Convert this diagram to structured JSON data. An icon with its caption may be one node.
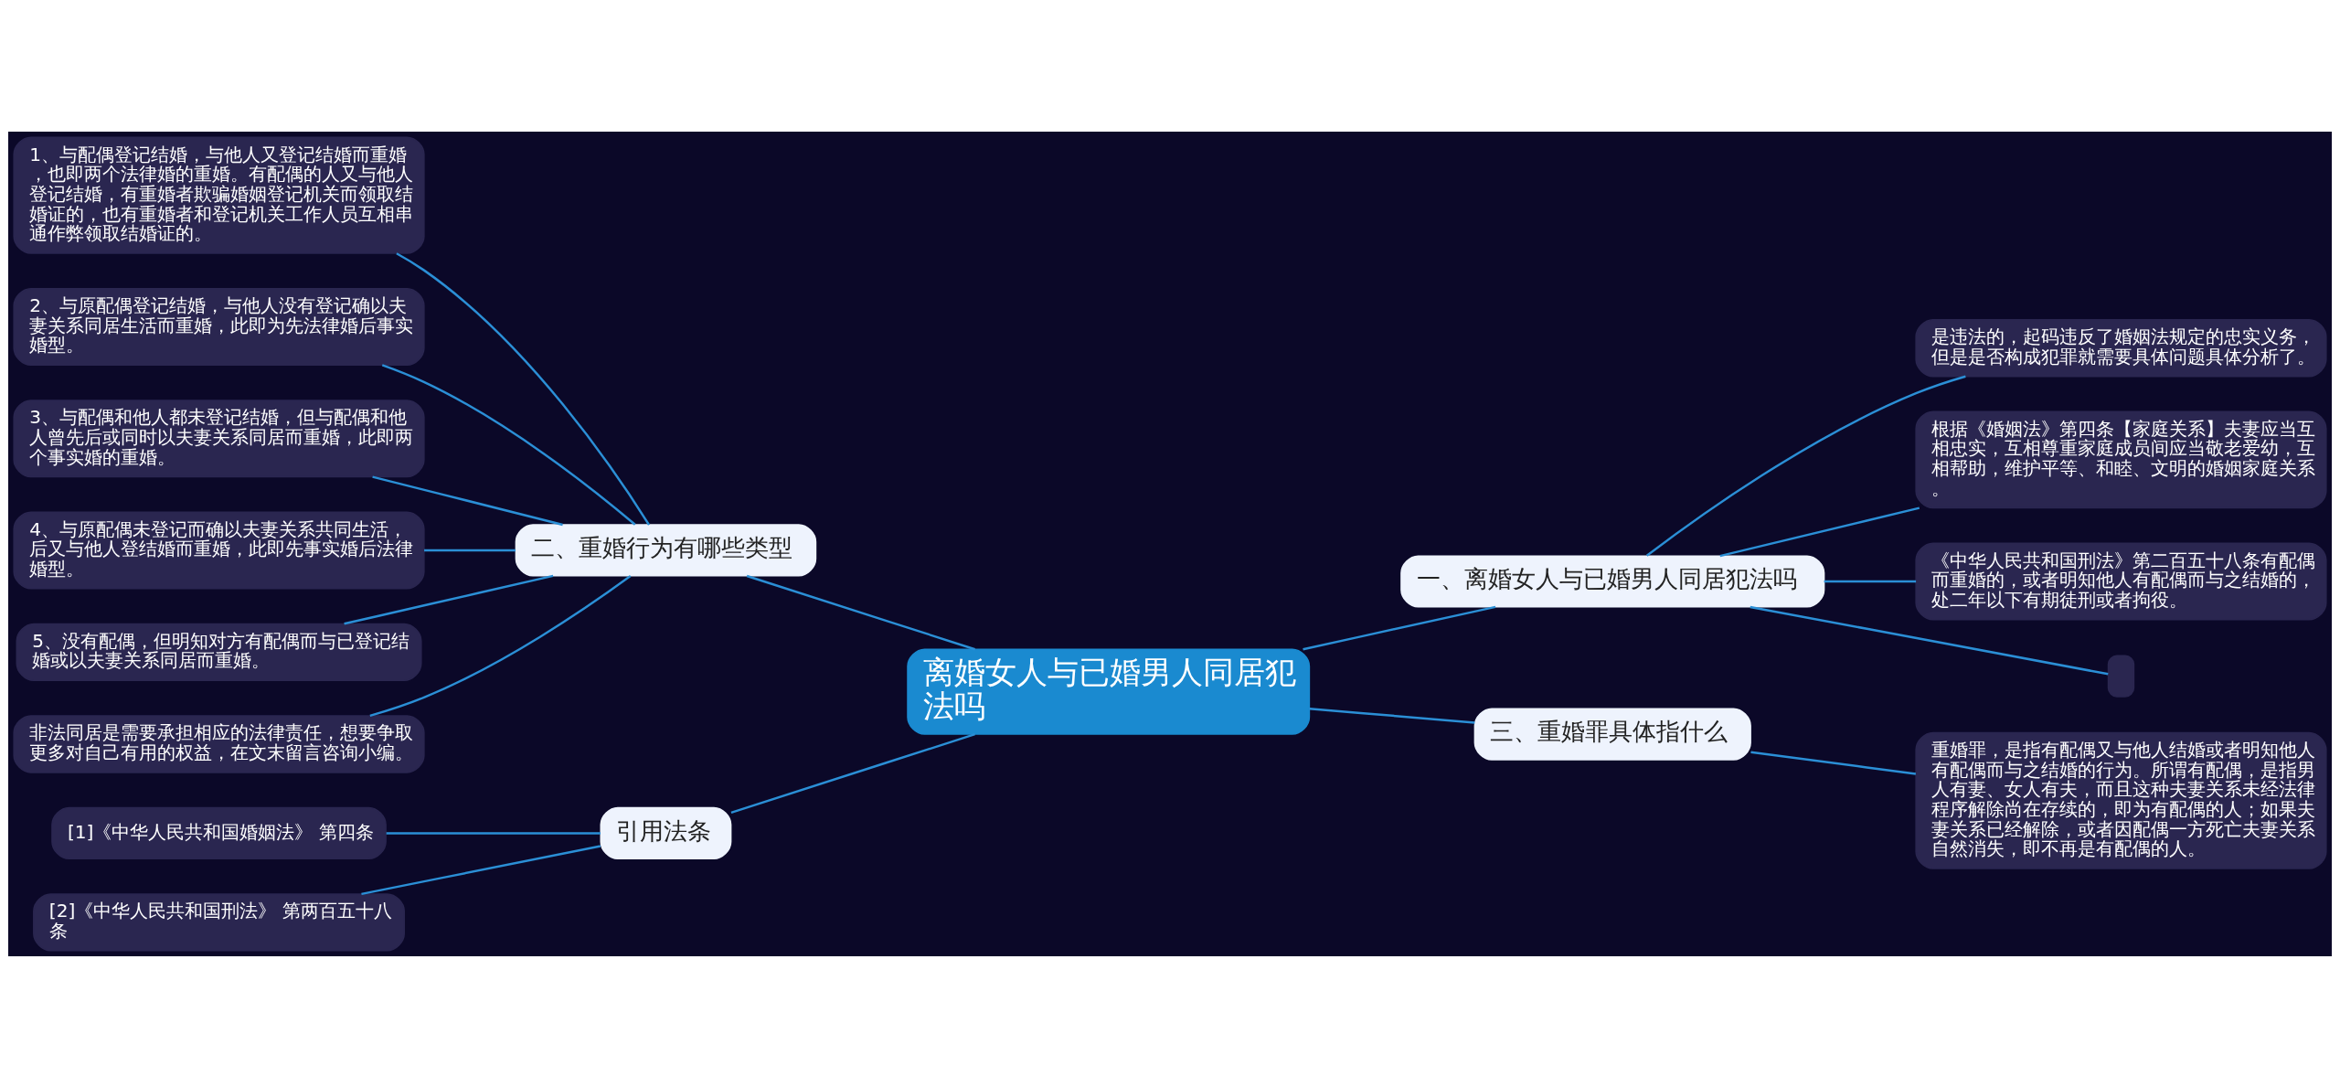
{
  "diagram": {
    "nodes": [
      {
        "text": [
          "离婚女人与已婚男人同居犯法吗"
        ]
      },
      {
        "text": [
          "一、离婚女人与已婚男人同居犯法吗"
        ]
      },
      {
        "text": [
          "是违法的，起码违反了婚姻法规定的忠实义务，但是是否构成犯罪就需要具体问题具体分析了。"
        ]
      },
      {
        "text": [
          "根据《婚姻法》第四条【家庭关系】夫妻应当互相忠实，互相尊重家庭成员间应当敬老爱幼，互相帮助，维护平等、和睦、文明的婚姻家庭关系。"
        ]
      },
      {
        "text": [
          "《中华人民共和国刑法》第二百五十八条有配偶而重婚的，或者明知他人有配偶而与之结婚的，处二年以下有期徒刑或者拘役。"
        ]
      },
      {
        "text": [],
        "shape": "box"
      },
      {
        "text": [
          "二、重婚行为有哪些类型"
        ]
      },
      {
        "text": [
          "1、与配偶登记结婚，与他人又登记结婚而重婚，也即两个法律婚的重婚。有配偶的人又与他人登记结婚，有重婚者欺骗婚姻登记机关而领取结婚证的，也有重婚者和登记机关工作人员互相串通作弊领取结婚证的。"
        ]
      },
      {
        "text": [
          "2、与原配偶登记结婚，与他人没有登记确以夫妻关系同居生活而重婚，此即为先法律婚后事实婚型。"
        ]
      },
      {
        "text": [
          "3、与配偶和他人都未登记结婚，但与配偶和他人曾先后或同时以夫妻关系同居而重婚，此即两个事实婚的重婚。"
        ]
      },
      {
        "text": [
          "4、与原配偶未登记而确以夫妻关系共同生活，后又与他人登结婚而重婚，此即先事实婚后法律婚型。"
        ]
      },
      {
        "text": [
          "5、没有配偶，但明知对方有配偶而与已登记结婚或以夫妻关系同居而重婚。"
        ]
      },
      {
        "text": [
          "非法同居是需要承担相应的法律责任，想要争取更多对自己有用的权益，在文末留言咨询小编。"
        ]
      },
      {
        "text": [
          "三、重婚罪具体指什么"
        ]
      },
      {
        "text": [
          "重婚罪，是指有配偶又与他人结婚或者明知他人有配偶而与之结婚的行为。所谓有配偶，是指男人有妻、女人有夫，而且这种夫妻关系未经法律程序解除尚在存续的，即为有配偶的人；如果夫妻关系已经解除，或者因配偶一方死亡夫妻关系自然消失，即不再是有配偶的人。"
        ]
      },
      {
        "text": [
          "引用法条"
        ]
      },
      {
        "text": [
          "[1]《中华人民共和国婚姻法》 第四条"
        ]
      },
      {
        "text": [
          "[2]《中华人民共和国刑法》 第两百五十八条"
        ]
      }
    ],
    "edges": [
      {
        "from": 0,
        "to": 1,
        "arrow": "none"
      },
      {
        "from": 1,
        "to": 2,
        "arrow": "none"
      },
      {
        "from": 1,
        "to": 3,
        "arrow": "none"
      },
      {
        "from": 1,
        "to": 4,
        "arrow": "none"
      },
      {
        "from": 1,
        "to": 5,
        "arrow": "none"
      },
      {
        "from": 0,
        "to": 6,
        "arrow": "none"
      },
      {
        "from": 6,
        "to": 7,
        "arrow": "none"
      },
      {
        "from": 6,
        "to": 8,
        "arrow": "none"
      },
      {
        "from": 6,
        "to": 9,
        "arrow": "none"
      },
      {
        "from": 6,
        "to": 10,
        "arrow": "none"
      },
      {
        "from": 6,
        "to": 11,
        "arrow": "none"
      },
      {
        "from": 6,
        "to": 12,
        "arrow": "none"
      },
      {
        "from": 0,
        "to": 13,
        "arrow": "none"
      },
      {
        "from": 13,
        "to": 14,
        "arrow": "none"
      },
      {
        "from": 0,
        "to": 15,
        "arrow": "none"
      },
      {
        "from": 15,
        "to": 16,
        "arrow": "none"
      },
      {
        "from": 15,
        "to": 17,
        "arrow": "none"
      }
    ]
  }
}
